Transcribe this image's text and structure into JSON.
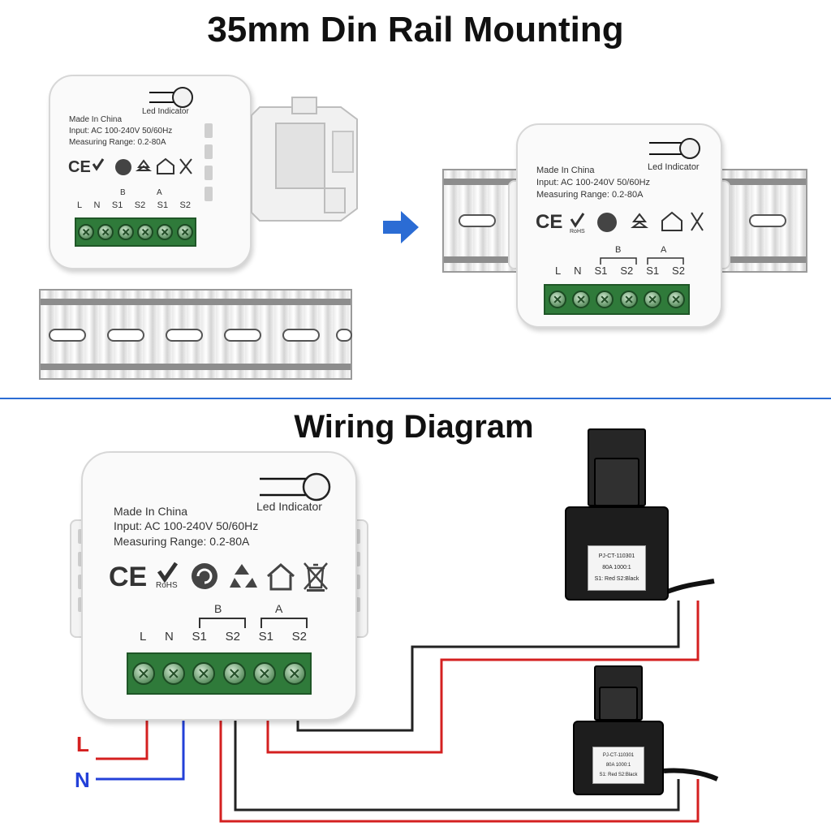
{
  "titles": {
    "top": "35mm Din Rail Mounting",
    "bottom": "Wiring Diagram"
  },
  "module": {
    "led_indicator": "Led Indicator",
    "made_in": "Made In China",
    "input": "Input: AC 100-240V 50/60Hz",
    "measuring_range": "Measuring Range: 0.2-80A",
    "cert_ce": "CE",
    "cert_rohs": "RoHS",
    "group_b": "B",
    "group_a": "A",
    "terminals": [
      "L",
      "N",
      "S1",
      "S2",
      "S1",
      "S2"
    ]
  },
  "ct_sensor": {
    "model": "PJ-CT-110301",
    "ratio": "80A 1000:1",
    "wires": "S1: Red S2:Black"
  },
  "power_labels": {
    "line": "L",
    "neutral": "N"
  },
  "colors": {
    "accent_blue": "#2b6cd4",
    "line_wire": "#d42020",
    "neutral_wire": "#2340d8",
    "signal_wire": "#222222",
    "terminal_green": "#2f7a3a"
  },
  "icons": [
    "ce-mark-icon",
    "rohs-check-icon",
    "green-dot-icon",
    "recycle-icon",
    "house-icon",
    "weee-bin-icon",
    "arrow-right-icon"
  ]
}
